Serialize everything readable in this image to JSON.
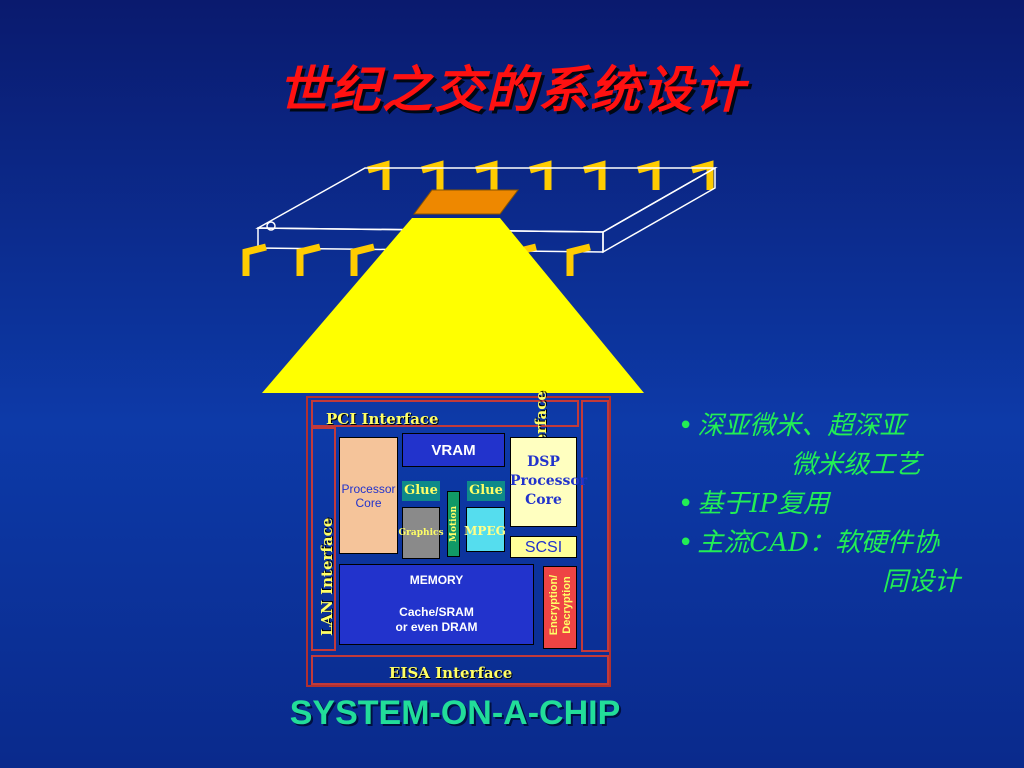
{
  "title": "世纪之交的系统设计",
  "chip": {
    "pci": "PCI Interface",
    "io": "I/O Interface",
    "lan": "LAN Interface",
    "eisa": "EISA Interface",
    "vram": "VRAM",
    "processor_core": "Processor Core",
    "dsp": "DSP Processor Core",
    "glue_left": "Glue",
    "glue_right": "Glue",
    "graphics": "Graphics",
    "motion": "Motion",
    "mpeg": "MPEG",
    "scsi": "SCSI",
    "memory_title": "MEMORY",
    "memory_line1": "Cache/SRAM",
    "memory_line2": "or even DRAM",
    "encryption": "Encryption/ Decryption"
  },
  "bullets": [
    {
      "line1": "深亚微米、超深亚",
      "line2": "微米级工艺"
    },
    {
      "line1": "基于IP复用",
      "line2": ""
    },
    {
      "line1": "主流CAD：软硬件协",
      "line2": "同设计"
    }
  ],
  "footer": "SYSTEM-ON-A-CHIP",
  "colors": {
    "title": "#ff1111",
    "bullets": "#22ee55",
    "footer": "#22dd99",
    "pins": "#ffcc00",
    "beam": "#ffff00"
  }
}
